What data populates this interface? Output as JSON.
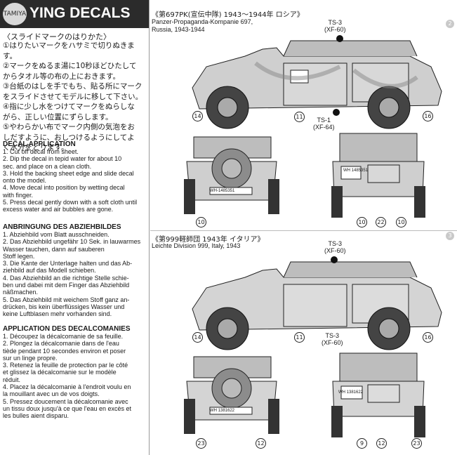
{
  "header": {
    "logo_text": "TAMIYA",
    "title": "YING DECALS"
  },
  "japanese": {
    "heading": "〈スライドマークのはりかた〉",
    "steps": [
      "①はりたいマークをハサミで切りぬきます。",
      "②マークをぬるま湯に10秒ほどひたして",
      "からタオル等の布の上におきます。",
      "③台紙のはしを手でもち、貼る所にマーク",
      "をスライドさせてモデルに移して下さい。",
      "④指に少し水をつけてマークをぬらしな",
      "がら、正しい位置にずらします。",
      "⑤やわらかい布でマーク内側の気泡をお",
      "しだすように、おしつけるようにしてよ",
      "く水分をとります。"
    ]
  },
  "english": {
    "heading": "DECAL APPLICATION",
    "lines": [
      "1. Cut off decal from sheet.",
      "2. Dip the decal in tepid water for about 10",
      "sec. and place on a clean cloth.",
      "3. Hold the backing sheet edge and slide decal",
      "onto the model.",
      "4. Move decal into position by wetting decal",
      "with finger.",
      "5. Press decal gently down with a soft cloth until",
      "excess water and air bubbles are gone."
    ]
  },
  "german": {
    "heading": "ANBRINGUNG DES ABZIEHBILDES",
    "lines": [
      "1. Abziehbild vom Blatt ausschneiden.",
      "2. Das Abziehbild ungefähr 10 Sek. in lauwarmes",
      "Wasser tauchen, dann auf sauberen",
      "Stoff legen.",
      "3. Die Kante der Unterlage halten und das Ab-",
      "ziehbild auf das Modell schieben.",
      "4. Das Abziehbild an die richtige Stelle schie-",
      "ben und dabei mit dem Finger das Abziehbild",
      "näßmachen.",
      "5. Das Abziehbild mit weichem Stoff ganz an-",
      "drücken, bis kein überflüssiges Wasser und",
      "keine Luftblasen mehr vorhanden sind."
    ]
  },
  "french": {
    "heading": "APPLICATION DES DECALCOMANIES",
    "lines": [
      "1. Découpez la décalcomanie de sa feuille.",
      "2. Plongez la décalcomanie dans de l'eau",
      "tiède pendant 10 secondes environ et poser",
      "sur un linge propre.",
      "3. Retenez la feuille de protection par le côté",
      "et glissez la décalcomanie sur le modèle",
      "réduit.",
      "4. Placez la décalcomanie à l'endroit voulu en",
      "la mouillant avec un de vos doigts.",
      "5. Pressez doucement la décalcomanie avec",
      "un tissu doux jusqu'à ce que l'eau en excès et",
      "les bulles aient disparu."
    ]
  },
  "panels": [
    {
      "caption_jp": "《第697PK(宣伝中隊) 1943〜1944年 ロシア》",
      "caption_en": [
        "Panzer-Propaganda-Kompanie 697,",
        "Russia, 1943-1944"
      ],
      "codes": [
        {
          "text": "TS-3",
          "sub": "(XF-60)"
        },
        {
          "text": "TS-1",
          "sub": "(XF-64)"
        }
      ],
      "callouts": [
        "14",
        "11",
        "16",
        "10",
        "10",
        "22",
        "10"
      ],
      "plates": [
        "WH-1485351",
        "WH 1485351"
      ]
    },
    {
      "caption_jp": "《第999軽師団 1943年 イタリア》",
      "caption_en": [
        "Leichte Division 999, Italy, 1943"
      ],
      "codes": [
        {
          "text": "TS-3",
          "sub": "(XF-60)"
        },
        {
          "text": "TS-3",
          "sub": "(XF-60)"
        }
      ],
      "callouts": [
        "14",
        "11",
        "16",
        "23",
        "12",
        "9",
        "12",
        "23"
      ],
      "plates": [
        "WH 1381622",
        "WH 1381622"
      ]
    }
  ],
  "side_tabs": [
    "2",
    "3"
  ]
}
